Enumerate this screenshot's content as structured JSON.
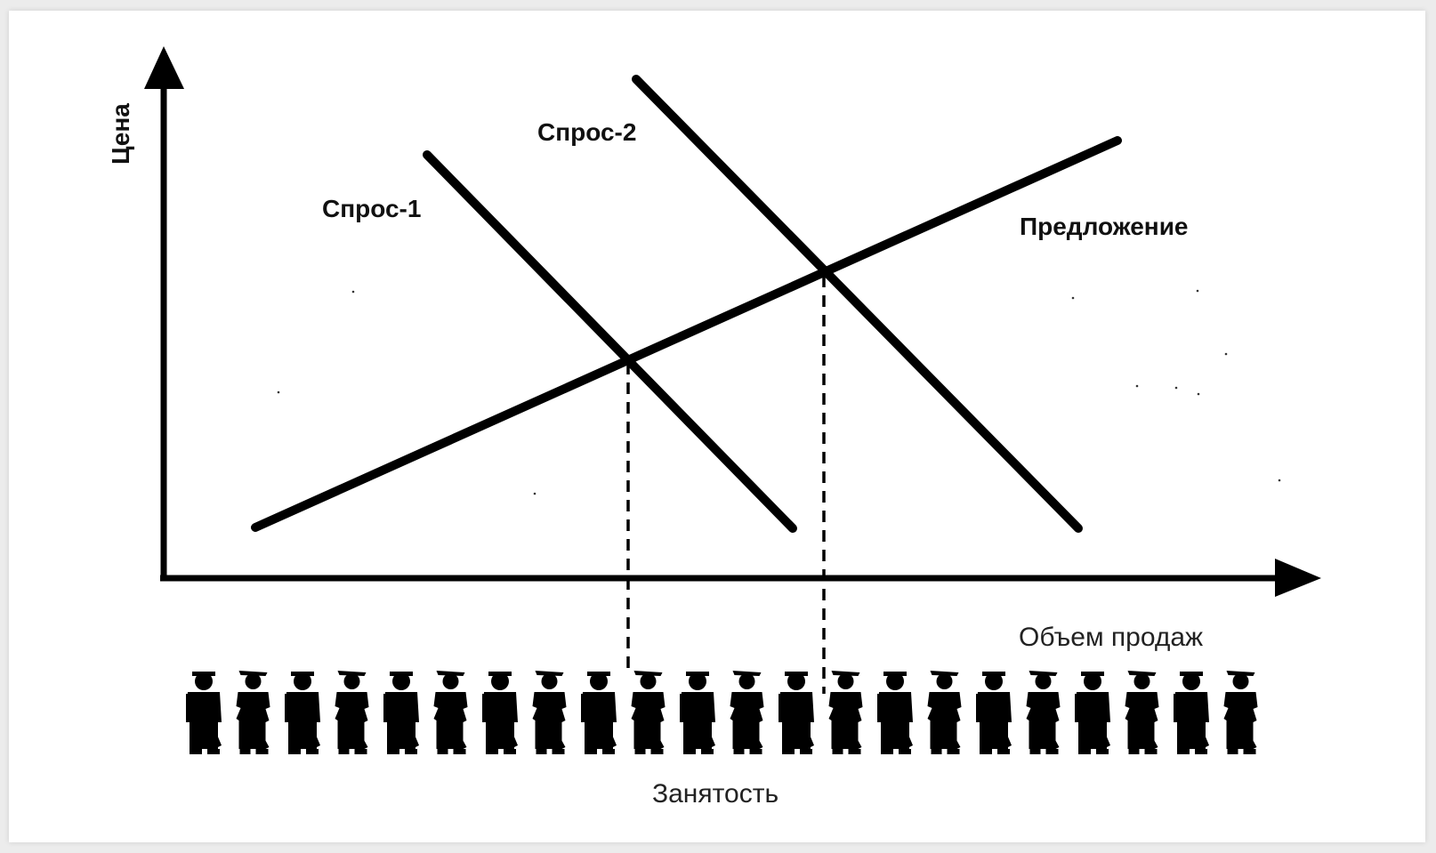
{
  "diagram": {
    "y_axis_label": "Цена",
    "x_axis_label": "Объем продаж",
    "bottom_label": "Занятость",
    "supply_label": "Предложение",
    "demand1_label": "Спрос-1",
    "demand2_label": "Спрос-2",
    "worker_count": 22,
    "colors": {
      "ink": "#000000",
      "background": "#ffffff",
      "frame": "#ececec"
    },
    "icons": [
      "worker-figure-icon"
    ]
  }
}
